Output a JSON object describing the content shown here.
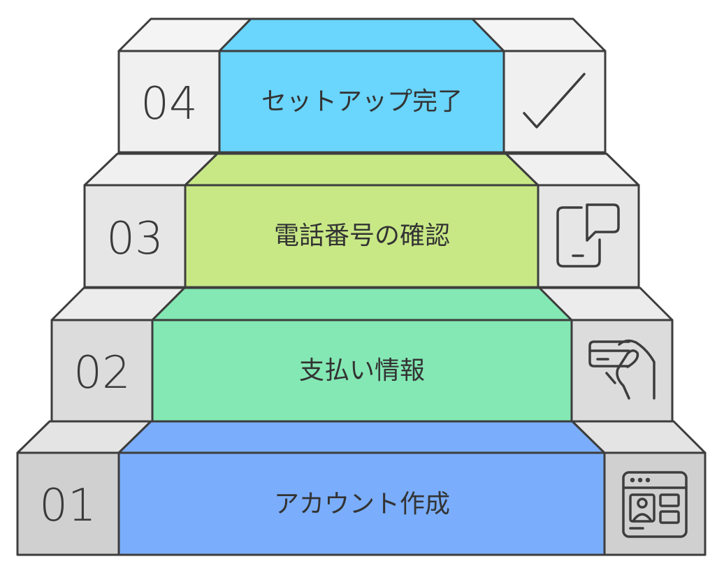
{
  "steps": [
    {
      "number": "01",
      "label": "アカウント作成",
      "icon": "profile-window-icon",
      "color": "#7aaefc"
    },
    {
      "number": "02",
      "label": "支払い情報",
      "icon": "credit-card-hand-icon",
      "color": "#84e8b4"
    },
    {
      "number": "03",
      "label": "電話番号の確認",
      "icon": "phone-chat-icon",
      "color": "#c8e886"
    },
    {
      "number": "04",
      "label": "セットアップ完了",
      "icon": "checkmark-icon",
      "color": "#6ad5fd"
    }
  ]
}
